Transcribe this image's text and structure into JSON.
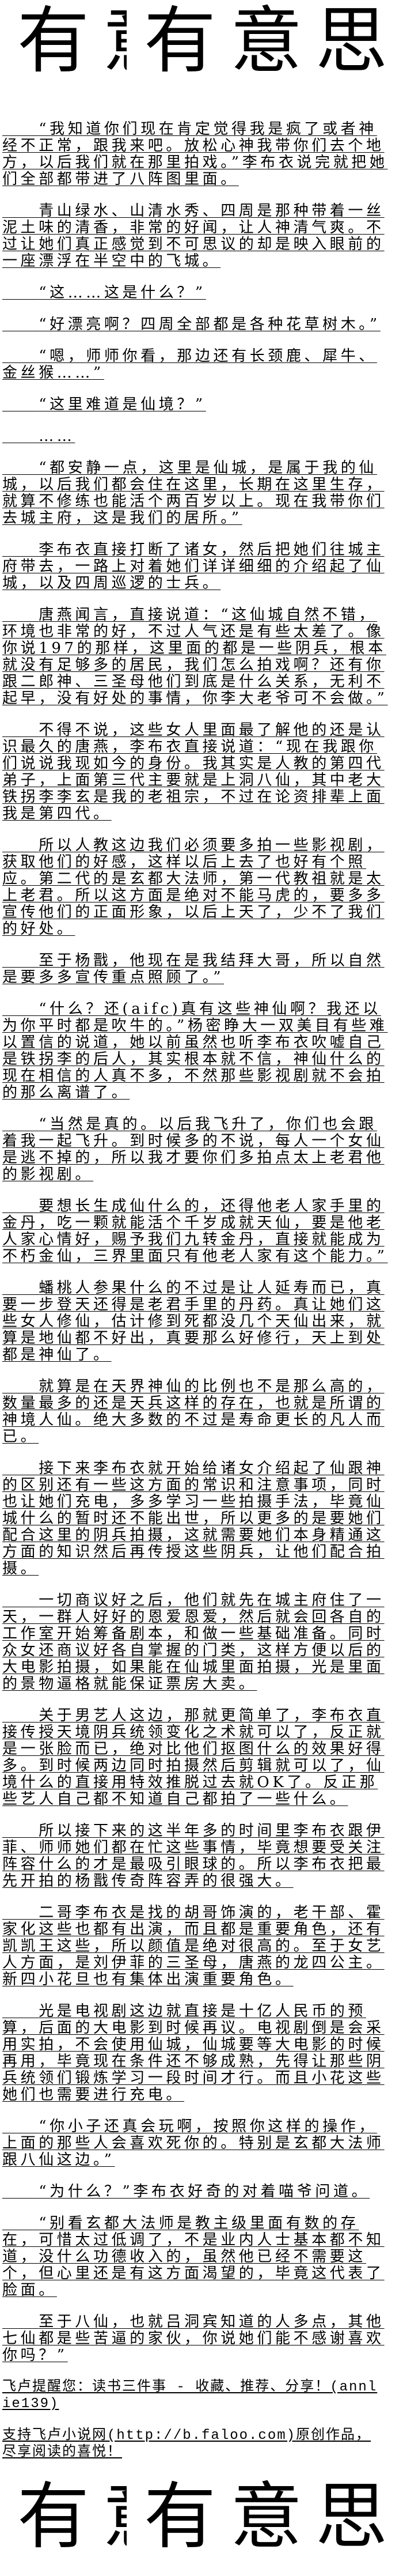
{
  "logo": {
    "chars": [
      "有",
      "意",
      "有",
      "意",
      "思"
    ],
    "text": "有意思"
  },
  "paragraphs": [
    "“我知道你们现在肯定觉得我是疯了或者神经不正常，跟我来吧。放松心神我带你们去个地方，以后我们就在那里拍戏。”李布衣说完就把她们全部都带进了八阵图里面。",
    "青山绿水、山清水秀、四周是那种带着一丝泥土味的清香，非常的好闻，让人神清气爽。不过让她们真正感觉到不可思议的却是映入眼前的一座漂浮在半空中的飞城。",
    "“这……这是什么？”",
    "“好漂亮啊？四周全部都是各种花草树木。”",
    "“嗯，师师你看，那边还有长颈鹿、犀牛、金丝猴……”",
    "“这里难道是仙境？”",
    "……",
    "“都安静一点，这里是仙城，是属于我的仙城，以后我们都会住在这里，长期在这里生存，就算不修练也能活个两百岁以上。现在我带你们去城主府，这是我们的居所。”",
    "李布衣直接打断了诸女，然后把她们往城主府带去，一路上对着她们详详细细的介绍起了仙城，以及四周巡逻的士兵。",
    "唐燕闻言，直接说道：“这仙城自然不错，环境也非常的好，不过人气还是有些太差了。像你说197的那样，这里面的都是一些阴兵，根本就没有足够多的居民，我们怎么拍戏啊？还有你跟二郎神、三圣母他们到底是什么关系，无利不起早，没有好处的事情，你李大老爷可不会做。”",
    "不得不说，这些女人里面最了解他的还是认识最久的唐燕，李布衣直接说道：“现在我跟你们说说我现如今的身份。我其实是人教的第四代弟子，上面第三代主要就是上洞八仙，其中老大铁拐李李玄是我的老祖宗，不过在论资排辈上面我是第四代。",
    "所以人教这边我们必须要多拍一些影视剧，获取他们的好感，这样以后上去了也好有个照应。第二代的是玄都大法师，第一代教祖就是太上老君。所以这方面是绝对不能马虎的，要多多宣传他们的正面形象，以后上天了，少不了我们的好处。",
    "至于杨戬，他现在是我结拜大哥，所以自然是要多多宣传重点照顾了。”",
    "“什么？还(aifc)真有这些神仙啊？我还以为你平时都是吹牛的。”杨密睁大一双美目有些难以置信的说道，她以前虽然也听李布衣吹嘘自己是铁拐李的后人，其实根本就不信，神仙什么的现在相信的人真不多，不然那些影视剧就不会拍的那么离谱了。",
    "“当然是真的。以后我飞升了，你们也会跟着我一起飞升。到时候多的不说，每人一个女仙是逃不掉的，所以我才要你们多拍点太上老君他的影视剧。",
    "要想长生成仙什么的，还得他老人家手里的金丹，吃一颗就能活个千岁成就天仙，要是他老人家心情好，赐予我们九转金丹，直接就能成为不朽金仙，三界里面只有他老人家有这个能力。”",
    "蟠桃人参果什么的不过是让人延寿而已，真要一步登天还得是老君手里的丹药。真让她们这些女人修仙，估计修到死都没几个天仙出来，就算是地仙都不好出，真要那么好修行，天上到处都是神仙了。",
    "就算是在天界神仙的比例也不是那么高的，数量最多的还是天兵这样的存在，也就是所谓的神境人仙。绝大多数的不过是寿命更长的凡人而已。",
    "接下来李布衣就开始给诸女介绍起了仙跟神的区别还有一些这方面的常识和注意事项，同时也让她们充电，多多学习一些拍摄手法，毕竟仙城什么的暂时还不能出世，所以更多的是要她们配合这里的阴兵拍摄，这就需要她们本身精通这方面的知识然后再传授这些阴兵，让他们配合拍摄。",
    "一切商议好之后，他们就先在城主府住了一天，一群人好好的恩爱恩爱，然后就会回各自的工作室开始筹备剧本，和做一些基础准备。同时众女还商议好各自掌握的门类，这样方便以后的大电影拍摄，如果能在仙城里面拍摄，光是里面的景物逼格就能保证票房大卖。",
    "关于男艺人这边，那就更简单了，李布衣直接传授天境阴兵统领变化之术就可以了，反正就是一张脸而已，绝对比他们抠图什么的效果好得多。到时候两边同时拍摄然后剪辑就可以了，仙境什么的直接用特效推脱过去就OK了。反正那些艺人自己都不知道自己都拍了一些什么。",
    "所以接下来的这半年多的时间里李布衣跟伊菲、师师她们都在忙这些事情，毕竟想要受关注阵容什么的才是最吸引眼球的。所以李布衣把最先开拍的杨戬传奇阵容弄的很强大。",
    "二哥李布衣是找的胡哥饰演的，老干部、霍家化这些也都有出演，而且都是重要角色，还有凯凯王这些，所以颜值是绝对很高的。至于女艺人方面，是刘伊菲的三圣母，唐燕的龙四公主。新四小花旦也有集体出演重要角色。",
    "光是电视剧这边就直接是十亿人民币的预算，后面的大电影到时候再议。电视剧倒是会采用实拍，不会使用仙城，仙城要等大电影的时候再用，毕竟现在条件还不够成熟，先得让那些阴兵统领们锻炼学习一段时间才行。而且小花这些她们也需要进行充电。",
    "“你小子还真会玩啊，按照你这样的操作，上面的那些人会喜欢死你的。特别是玄都大法师跟八仙这边。”",
    "“为什么？”李布衣好奇的对着喵爷问道。",
    "“别看玄都大法师是教主级里面有数的存在，可惜太过低调了，不是业内人士基本都不知道，没什么功德收入的，虽然他已经不需要这个，但心里还是有这方面渴望的，毕竟这代表了脸面。",
    "至于八仙，也就吕洞宾知道的人多点，其他七仙都是些苦逼的家伙，你说她们能不感谢喜欢你吗？”"
  ],
  "footer": {
    "reminder": "飞卢提醒您：读书三件事 - 收藏、推荐、分享！(annlie139)",
    "support": "支持飞卢小说网(http://b.faloo.com)原创作品，尽享阅读的喜悦！"
  }
}
